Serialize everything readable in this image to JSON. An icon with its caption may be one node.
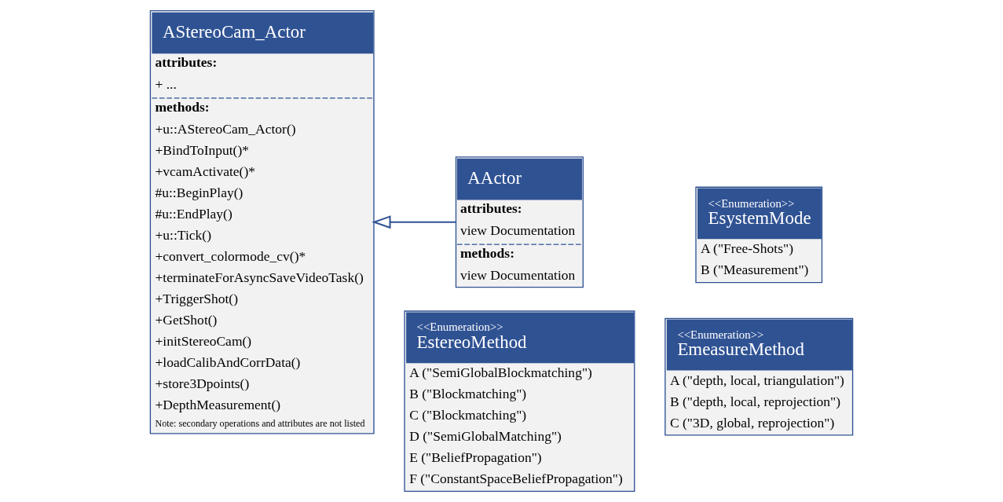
{
  "diagram": {
    "nodes": [
      {
        "text": [
          "AStereoCam_Actor",
          "attributes:",
          "+ ...",
          "methods:",
          "+u::AStereoCam_Actor()",
          "+BindToInput()*",
          "+vcamActivate()*",
          "#u::BeginPlay()",
          "#u::EndPlay()",
          "+u::Tick()",
          "+convert_colormode_cv()*",
          "+terminateForAsyncSaveVideoTask()",
          "+TriggerShot()",
          "+GetShot()",
          "+initStereoCam()",
          "+loadCalibAndCorrData()",
          "+store3Dpoints()",
          "+DepthMeasurement()",
          "Note: secondary operations and attributes are not listed"
        ]
      },
      {
        "text": [
          "AActor",
          "attributes:",
          "view Documentation",
          "methods:",
          "view Documentation"
        ]
      },
      {
        "text": [
          "<<Enumeration>>",
          "EstereoMethod",
          "A (\"SemiGlobalBlockmatching\")",
          "B (\"Blockmatching\")",
          "C (\"Blockmatching\")",
          "D (\"SemiGlobalMatching\")",
          "E (\"BeliefPropagation\")",
          "F (\"ConstantSpaceBeliefPropagation\")"
        ]
      },
      {
        "text": [
          "<<Enumeration>>",
          "EsystemMode",
          "A (\"Free-Shots\")",
          "B (\"Measurement\")"
        ]
      },
      {
        "text": [
          "<<Enumeration>>",
          "EmeasureMethod",
          "A (\"depth, local, triangulation\")",
          "B (\"depth, local, reprojection\")",
          "C (\"3D, global, reprojection\")"
        ]
      }
    ],
    "edges": [
      {
        "from": 1,
        "to": 0,
        "arrow": "to"
      }
    ]
  }
}
